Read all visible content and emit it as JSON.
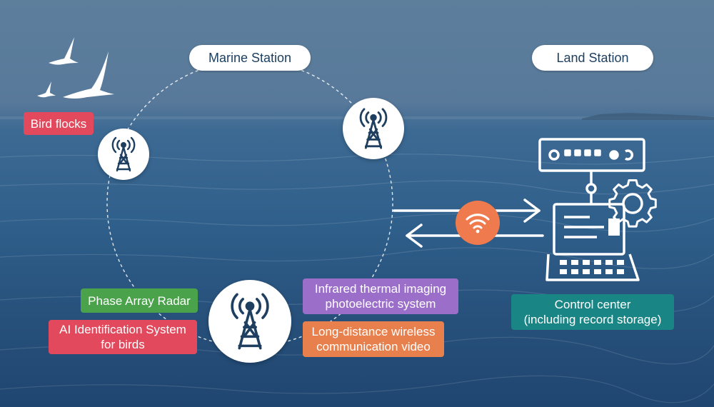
{
  "marine_station": {
    "label": "Marine Station"
  },
  "land_station": {
    "label": "Land Station"
  },
  "labels": {
    "bird_flocks": "Bird flocks",
    "phase_array_radar": "Phase Array Radar",
    "ai_identification": [
      "AI Identification System",
      "for birds"
    ],
    "infrared_imaging": [
      "Infrared thermal imaging",
      "photoelectric system"
    ],
    "long_distance_video": [
      "Long-distance wireless",
      "communication video"
    ],
    "control_center": [
      "Control center",
      "(including record storage)"
    ]
  },
  "colors": {
    "bird_flocks": "#e2495c",
    "phase_array_radar": "#4aa34a",
    "ai_identification": "#e2495c",
    "infrared_imaging": "#9b6fc9",
    "long_distance_video": "#e8804d",
    "control_center": "#1a8585",
    "wifi": "#ee7a4d",
    "icon": "#1e3f60"
  },
  "icons": {
    "tower": "radio-tower-icon",
    "wifi": "wifi-icon",
    "control": "server-computer-gear-icon",
    "birds": "seagull-icon"
  }
}
